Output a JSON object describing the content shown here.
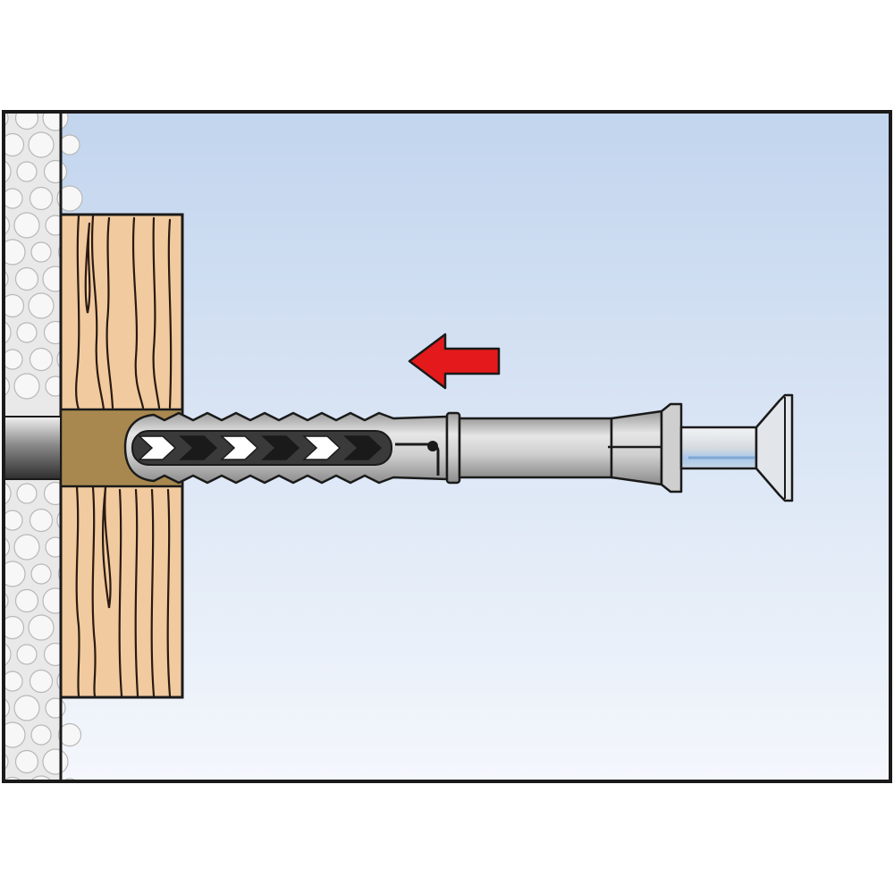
{
  "illustration": {
    "subject": "frame-fixing-anchor-installation",
    "direction": "insert-left",
    "icons": [
      "masonry-wall",
      "wooden-batten",
      "drilled-hole",
      "plug-sleeve",
      "countersunk-screw",
      "insert-arrow-icon"
    ]
  },
  "colors": {
    "background": "#ffffff",
    "sky_top": "#c2d5ee",
    "sky_bottom": "#f4f7fc",
    "frame": "#1a1a1a",
    "wall": "#e9e9e9",
    "wall_dots": "#f7f7f7",
    "wood": "#f1ca9f",
    "wood_grain": "#2a1a10",
    "hole": "#a8884f",
    "plug": "#c8c8c8",
    "plug_dark": "#8c8c8c",
    "screw": "#d9dde2",
    "screw_shank": "#a9c8e8",
    "arrow": "#e3191b"
  }
}
